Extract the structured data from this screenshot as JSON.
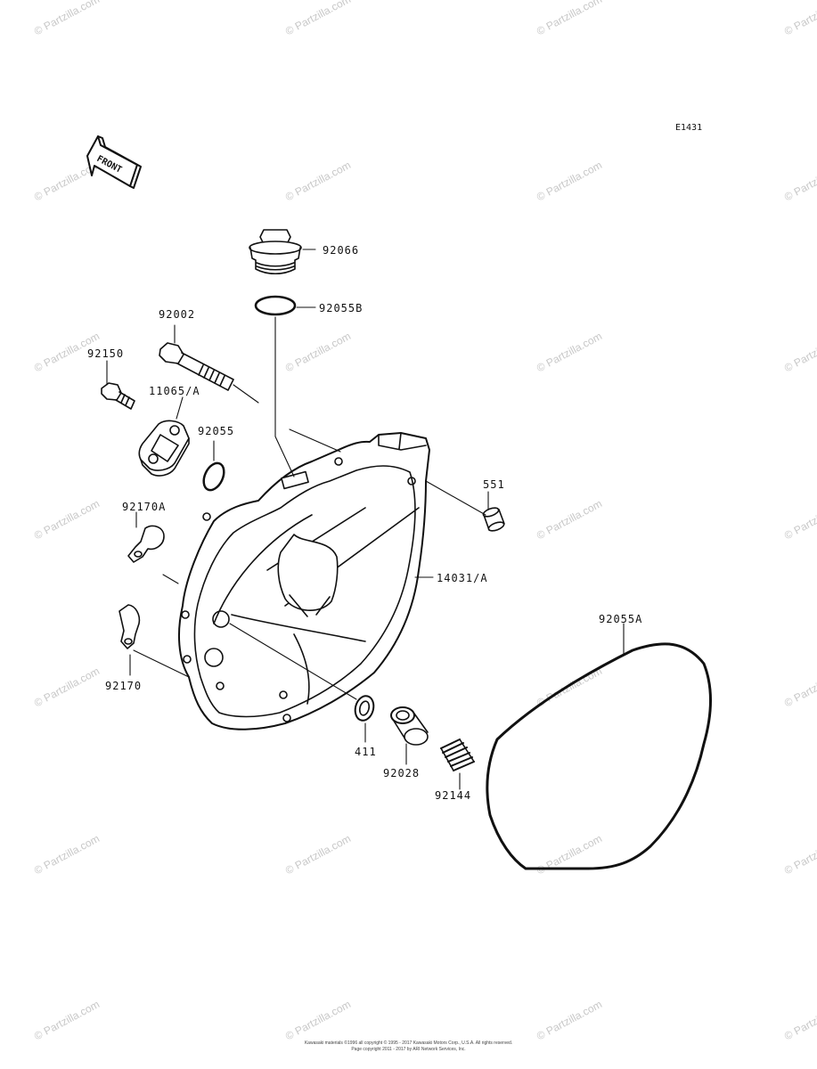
{
  "diagram": {
    "code": "E1431",
    "front_label": "FRONT",
    "watermark": "© Partzilla.com",
    "parts": [
      {
        "id": "p-92066",
        "label": "92066"
      },
      {
        "id": "p-92055b",
        "label": "92055B"
      },
      {
        "id": "p-92002",
        "label": "92002"
      },
      {
        "id": "p-92150",
        "label": "92150"
      },
      {
        "id": "p-11065a",
        "label": "11065/A"
      },
      {
        "id": "p-92055",
        "label": "92055"
      },
      {
        "id": "p-551",
        "label": "551"
      },
      {
        "id": "p-92170a",
        "label": "92170A"
      },
      {
        "id": "p-14031a",
        "label": "14031/A"
      },
      {
        "id": "p-92055a",
        "label": "92055A"
      },
      {
        "id": "p-92170",
        "label": "92170"
      },
      {
        "id": "p-411",
        "label": "411"
      },
      {
        "id": "p-92028",
        "label": "92028"
      },
      {
        "id": "p-92144",
        "label": "92144"
      }
    ],
    "footer_lines": [
      "Kawasaki materials ©1996 all copyright © 1995 - 2017 Kawasaki Motors Corp., U.S.A. All rights reserved.",
      "Page copyright 2011 - 2017 by ARI Network Services, Inc."
    ]
  }
}
